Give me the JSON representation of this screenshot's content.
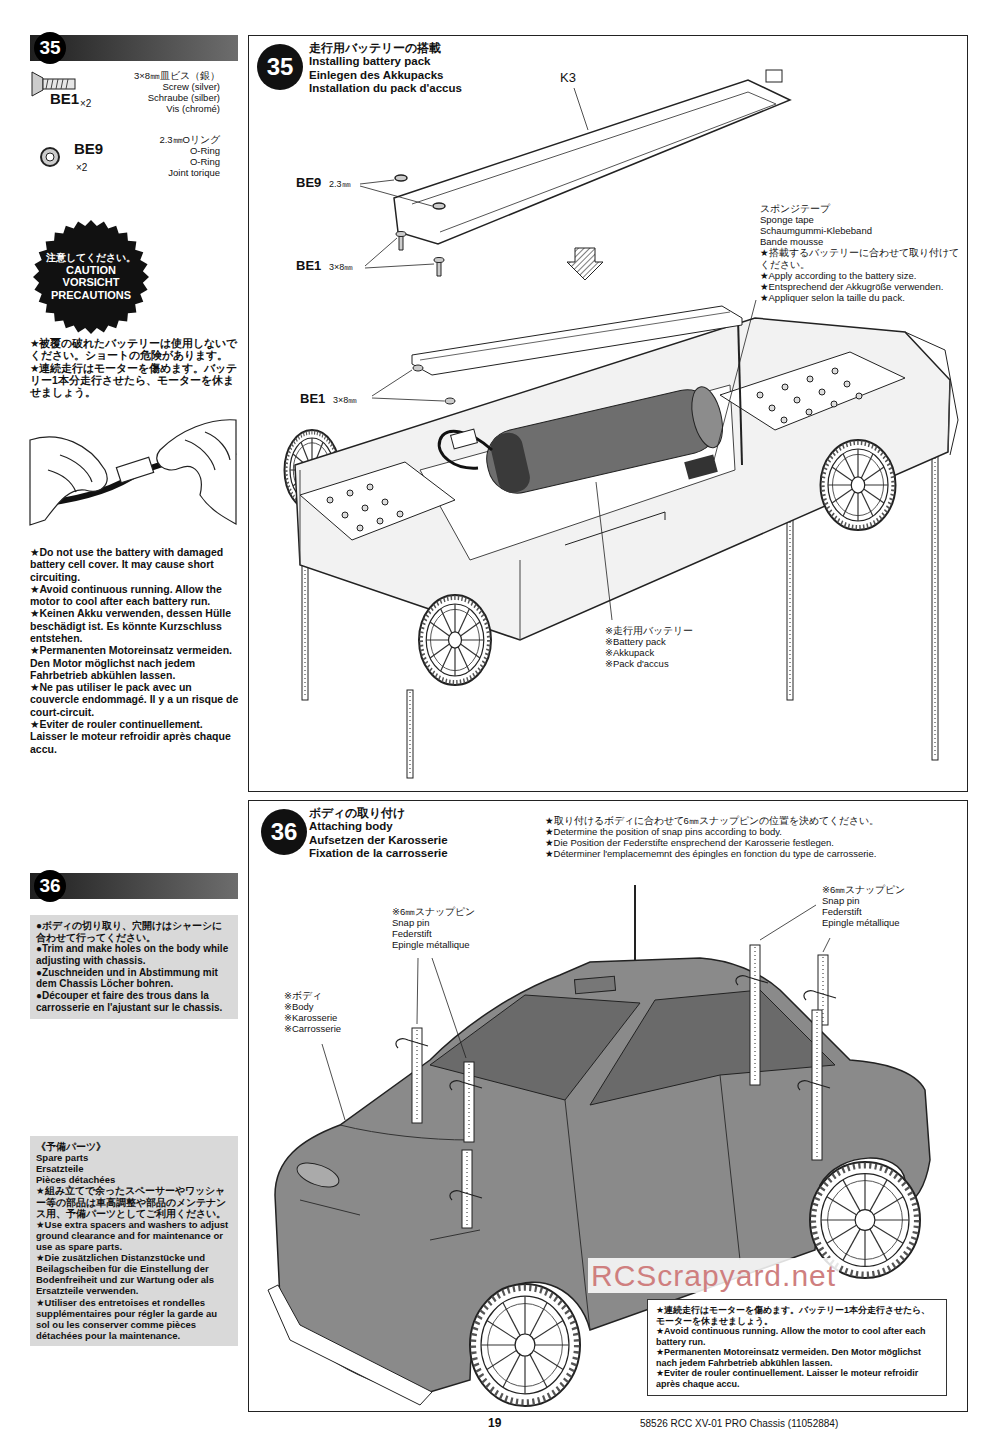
{
  "diagram": {
    "nodes": [
      {
        "text": [
          "35"
        ]
      },
      {
        "text": [
          "注意してください。",
          "CAUTION",
          "VORSICHT",
          "PRECAUTIONS"
        ]
      },
      {
        "text": [
          "走行用バッテリーの搭載",
          "Installing battery pack",
          "Einlegen des Akkupacks",
          "Installation du pack d'accus"
        ]
      },
      {
        "text": [
          "35"
        ],
        "in": 2
      },
      {
        "text": [
          "36"
        ]
      },
      {
        "text": [
          "●ボディの切り取り、穴開けはシャーシに合わせて行ってください。",
          "●Trim and make holes on the body while adjusting with chassis.",
          "●Zuschneiden und in Abstimmung mit dem Chassis Löcher bohren.",
          "●Découper et faire des trous dans la carrosserie en l'ajustant sur le chassis."
        ]
      },
      {
        "text": [
          "《予備パーツ》",
          "Spare parts",
          "Ersatzteile",
          "Pièces détachées",
          "★組み立てで余ったスペーサーやワッシャー等の部品は車高調整や部品のメンテナンス用、予備パーツとしてご利用ください。",
          "★Use extra spacers and washers to adjust ground clearance and for maintenance or use as spare parts.",
          "★Die zusätzlichen Distanzstücke und Beilagscheiben für die Einstellung der Bodenfreiheit und zur Wartung oder als Ersatzteile verwenden.",
          "★Utiliser des entretoises et rondelles supplémentaires pour régler la garde au sol ou les conserver comme pièces détachées pour la maintenance."
        ]
      },
      {
        "text": [
          "ボディの取り付け",
          "Attaching body",
          "Aufsetzen der Karosserie",
          "Fixation de la carrosserie"
        ]
      },
      {
        "text": [
          "36"
        ],
        "in": 7
      },
      {
        "text": [
          "★連続走行はモーターを傷めます。バッテリー1本分走行させたら、モーターを休ませましょう。",
          "★Avoid continuous running. Allow the motor to cool after each battery run.",
          "★Permanenten Motoreinsatz vermeiden. Den Motor möglichst nach jedem Fahrbetrieb abkühlen lassen.",
          "★Eviter de rouler continuellement. Laisser le moteur refroidir après chaque accu."
        ],
        "in": 7
      }
    ],
    "labels": [
      "BE1",
      "×2",
      "3×8㎜皿ビス（銀）",
      "Screw (silver)",
      "Schraube (silber)",
      "Vis (chromé)",
      "BE9",
      "×2",
      "2.3㎜Oリング",
      "O-Ring",
      "O-Ring",
      "Joint torique",
      "★被覆の破れたバッテリーは使用しないでください。ショートの危険があります。",
      "★連続走行はモーターを傷めます。バッテリー1本分走行させたら、モーターを休ませましょう。",
      "★Do not use the battery with damaged battery cell cover. It may cause short circuiting.",
      "★Avoid continuous running. Allow the motor to cool after each battery run.",
      "★Keinen Akku verwenden, dessen Hülle beschädigt ist. Es könnte Kurzschluss entstehen.",
      "★Permanenten Motoreinsatz vermeiden. Den Motor möglichst nach jedem Fahrbetrieb abkühlen lassen.",
      "★Ne pas utiliser le pack avec un couvercle endommagé. Il y a un risque de court-circuit.",
      "★Eviter de rouler continuellement. Laisser le moteur refroidir après chaque accu.",
      "K3",
      "BE9",
      "2.3㎜",
      "BE1",
      "3×8㎜",
      "スポンジテープ",
      "Sponge tape",
      "Schaumgummi-Klebeband",
      "Bande mousse",
      "★搭載するバッテリーに合わせて取り付けてください。",
      "★Apply according to the battery size.",
      "★Entsprechend der Akkugröße verwenden.",
      "★Appliquer selon la taille du pack.",
      "BE1",
      "3×8㎜",
      "※走行用バッテリー",
      "※Battery pack",
      "※Akkupack",
      "※Pack d'accus",
      "★取り付けるボディに合わせて6㎜スナップピンの位置を決めてください。",
      "★Determine the position of snap pins according to body.",
      "★Die Position der Federstifte ensprechend der Karosserie festlegen.",
      "★Déterminer l'emplacememnt des épingles en fonction du type de carrosserie.",
      "※6㎜スナップピン",
      "Snap pin",
      "Federstift",
      "Epingle métallique",
      "※6㎜スナップピン",
      "Snap pin",
      "Federstift",
      "Epingle métallique",
      "※ボディ",
      "※Body",
      "※Karosserie",
      "※Carrosserie",
      "19",
      "58526 RCC XV-01 PRO Chassis (11052884)",
      "RCScrapyard.net"
    ]
  }
}
